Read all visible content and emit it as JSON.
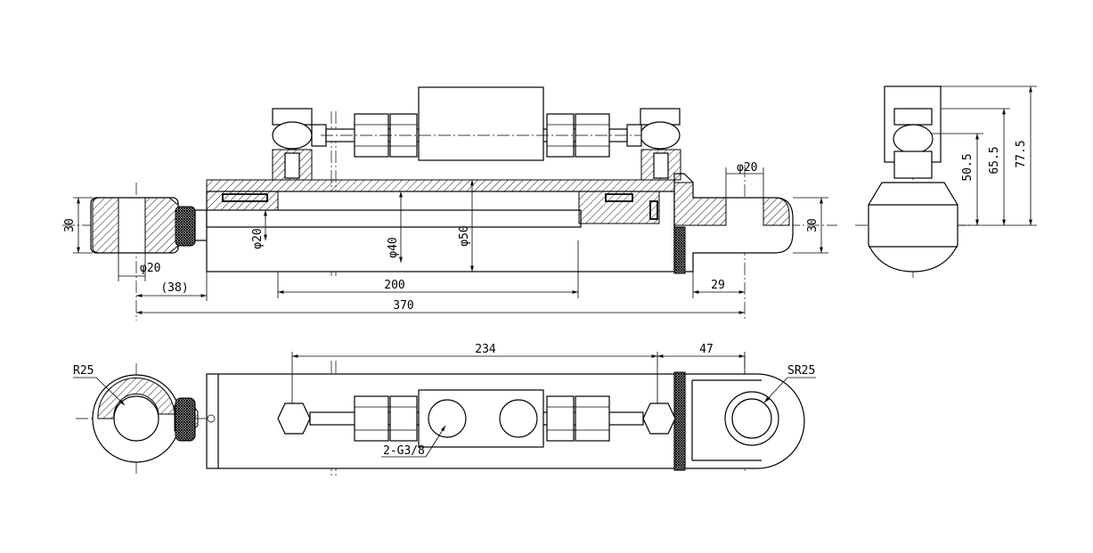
{
  "dimensions": {
    "front": {
      "height_left": "30",
      "phi20_clevis": "φ20",
      "offset_38": "(38)",
      "rod_dia": "φ20",
      "bore_40": "φ40",
      "outer_50": "φ50",
      "stroke_200": "200",
      "overall_370": "370",
      "eye_phi20": "φ20",
      "eye_29": "29",
      "height_right": "30"
    },
    "top": {
      "port_spacing_234": "234",
      "eye_47": "47",
      "radius_left": "R25",
      "radius_right": "SR25",
      "ports": "2-G3/8"
    },
    "side": {
      "h_50_5": "50.5",
      "h_65_5": "65.5",
      "h_77_5": "77.5"
    }
  }
}
